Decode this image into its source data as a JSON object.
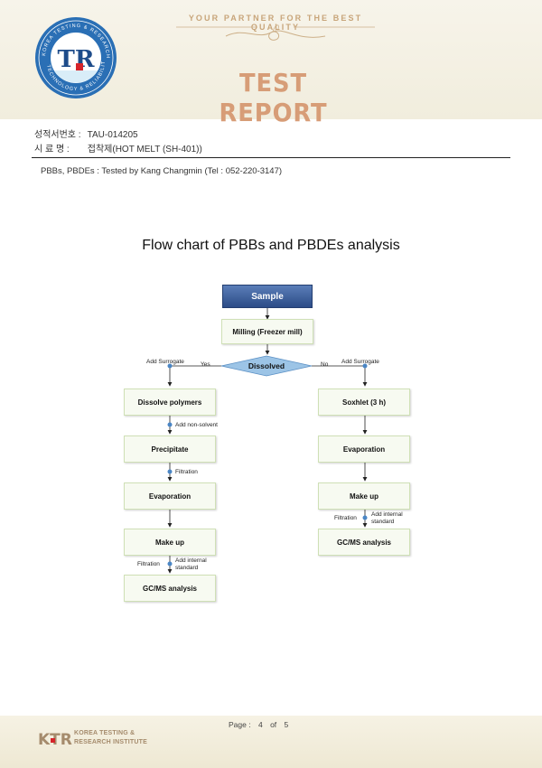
{
  "header": {
    "tagline": "YOUR PARTNER FOR THE BEST QUALITY",
    "title": "TEST REPORT",
    "logo_letters": "TR",
    "logo_ring_text": "KOREA TESTING & RESEARCH INSTITUTE · TECHNOLOGY & RELIABILITY"
  },
  "report": {
    "number_label": "성적서번호 :",
    "number_value": "TAU-014205",
    "sample_label": "시  료  명 :",
    "sample_value": "접착제(HOT MELT (SH-401))",
    "tested_by": "PBBs, PBDEs : Tested by Kang Changmin (Tel : 052-220-3147)"
  },
  "flowchart": {
    "title": "Flow chart of PBBs and PBDEs analysis",
    "start": "Sample",
    "milling": "Milling (Freezer mill)",
    "decision": "Dissolved",
    "yes_label": "Yes",
    "no_label": "No",
    "left": {
      "surrogate": "Add Surrogate",
      "steps": [
        "Dissolve polymers",
        "Precipitate",
        "Evaporation",
        "Make up",
        "GC/MS analysis"
      ],
      "non_solvent": "Add non-solvent",
      "filtration_1": "Filtration",
      "filtration_2": "Filtration",
      "internal_std_1": "Add internal",
      "internal_std_2": "standard"
    },
    "right": {
      "surrogate": "Add Surrogate",
      "steps": [
        "Soxhlet (3 h)",
        "Evaporation",
        "Make up",
        "GC/MS analysis"
      ],
      "filtration": "Filtration",
      "internal_std_1": "Add internal",
      "internal_std_2": "standard"
    }
  },
  "footer": {
    "page_label": "Page :",
    "page_current": "4",
    "page_of": "of",
    "page_total": "5",
    "org_logo": "KTR",
    "org_line1": "KOREA TESTING &",
    "org_line2": "RESEARCH INSTITUTE"
  },
  "colors": {
    "title_gold": "#d79d77",
    "tagline_gold": "#c8a57a",
    "sample_blue": "#2c4c87",
    "decision_blue": "#7fb0da",
    "step_fill": "#f7faf1",
    "connector_dot": "#4a86c5"
  }
}
